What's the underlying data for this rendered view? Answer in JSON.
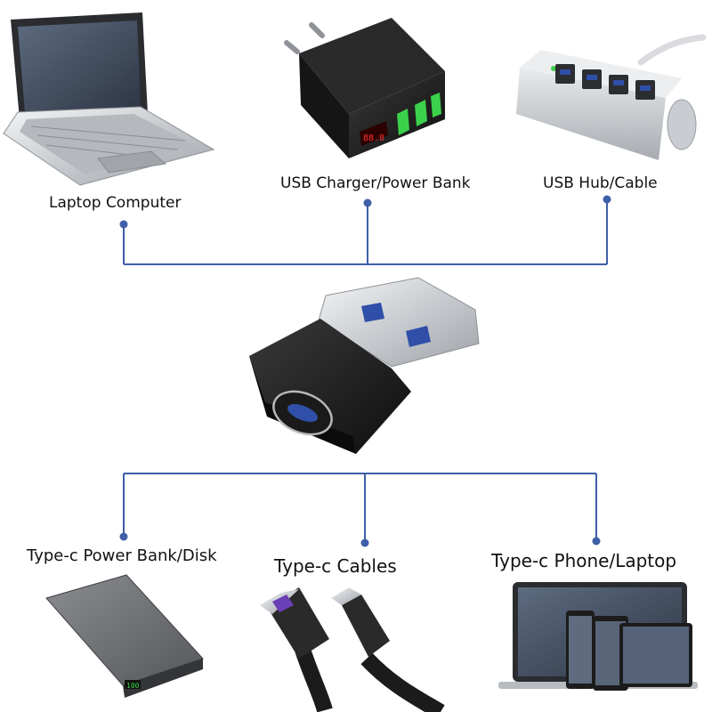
{
  "top_devices": [
    {
      "label": "Laptop Computer"
    },
    {
      "label": "USB Charger/Power Bank"
    },
    {
      "label": "USB Hub/Cable"
    }
  ],
  "bottom_devices": [
    {
      "label": "Type-c Power Bank/Disk"
    },
    {
      "label": "Type-c Cables"
    },
    {
      "label": "Type-c Phone/Laptop"
    }
  ],
  "colors": {
    "connector_line": "#3f5fa8",
    "device_dark": "#1e1e1e",
    "metal": "#d4d6d9",
    "screen": "#4a5668",
    "usb_blue": "#2f4fa8",
    "led_green": "#3bd14a"
  },
  "icons": [
    "laptop-icon",
    "charger-icon",
    "usb-hub-icon",
    "adapter-icon",
    "power-bank-icon",
    "cable-icon",
    "devices-icon"
  ]
}
